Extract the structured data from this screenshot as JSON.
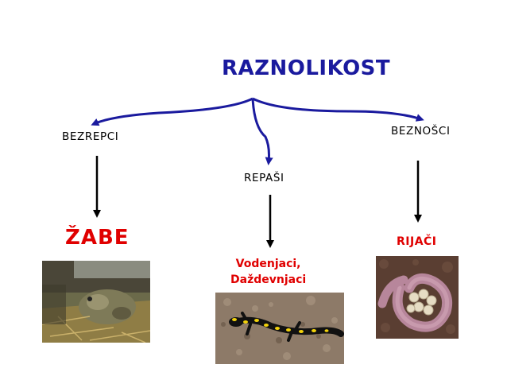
{
  "title": "RAZNOLIKOST",
  "groups": {
    "bezrepci": "BEZREPCI",
    "repasi": "REPAŠI",
    "beznosci": "BEZNOŠCI"
  },
  "results": {
    "zabe": "ŽABE",
    "vodenjaci_line1": "Vodenjaci,",
    "vodenjaci_line2": "Daždevnjaci",
    "rijaci": "RIJAČI"
  },
  "colors": {
    "title": "#1a1a9e",
    "arrow_blue": "#1a1a9e",
    "result_red": "#e00000"
  },
  "icons": [
    "frog-photo",
    "salamander-photo",
    "caecilian-photo"
  ]
}
